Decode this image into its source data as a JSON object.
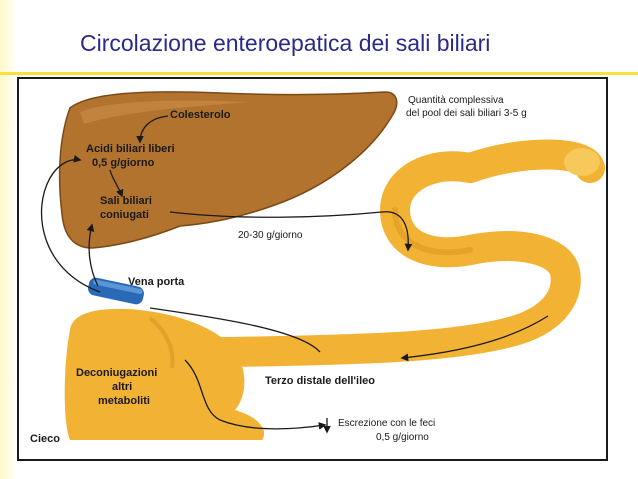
{
  "title": "Circolazione enteroepatica dei sali biliari",
  "labels": {
    "colesterolo": "Colesterolo",
    "acidi_line1": "Acidi biliari liberi",
    "acidi_line2": "0,5 g/giorno",
    "sali_line1": "Sali biliari",
    "sali_line2": "coniugati",
    "pool_line1": "Quantità complessiva",
    "pool_line2": "del pool dei sali biliari 3-5 g",
    "flusso": "20-30 g/giorno",
    "vena_porta": "Vena porta",
    "decon_line1": "Deconiugazioni",
    "decon_line2": "altri",
    "decon_line3": "metaboliti",
    "ileo": "Terzo distale dell'ileo",
    "escrezione_line1": "Escrezione con le feci",
    "escrezione_line2": "0,5 g/giorno",
    "cieco": "Cieco"
  },
  "colors": {
    "title": "#2a2a8a",
    "accent_rule": "#ffdf3a",
    "liver": "#b2732e",
    "intestine": "#f2b233",
    "intestine_dark": "#dc9a22",
    "vein": "#2a69b8",
    "arrow": "#1a1a1a"
  }
}
